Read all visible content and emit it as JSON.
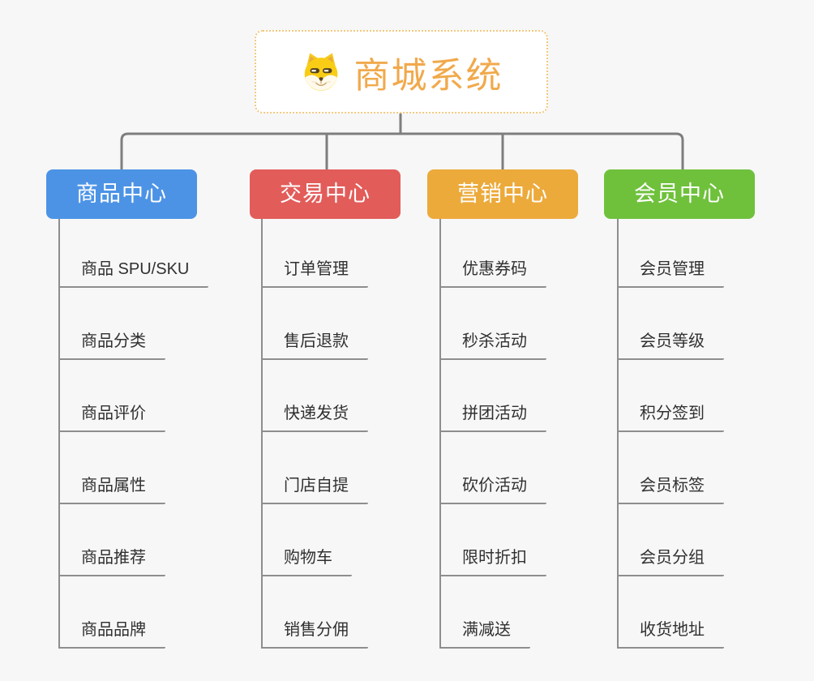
{
  "page": {
    "background_color": "#f7f7f7",
    "connector_color": "#7e7e7e",
    "leaf_line_color": "#8e8e8e"
  },
  "root": {
    "title": "商城系统",
    "icon": "shiba-dog-icon",
    "title_color": "#f1a94b",
    "border_color": "#f3c87e"
  },
  "branches": [
    {
      "label": "商品中心",
      "color": "#4c93e6",
      "items": [
        "商品 SPU/SKU",
        "商品分类",
        "商品评价",
        "商品属性",
        "商品推荐",
        "商品品牌"
      ]
    },
    {
      "label": "交易中心",
      "color": "#e25c5a",
      "items": [
        "订单管理",
        "售后退款",
        "快递发货",
        "门店自提",
        "购物车",
        "销售分佣"
      ]
    },
    {
      "label": "营销中心",
      "color": "#ecaa3b",
      "items": [
        "优惠券码",
        "秒杀活动",
        "拼团活动",
        "砍价活动",
        "限时折扣",
        "满减送"
      ]
    },
    {
      "label": "会员中心",
      "color": "#6fc13c",
      "items": [
        "会员管理",
        "会员等级",
        "积分签到",
        "会员标签",
        "会员分组",
        "收货地址"
      ]
    }
  ]
}
